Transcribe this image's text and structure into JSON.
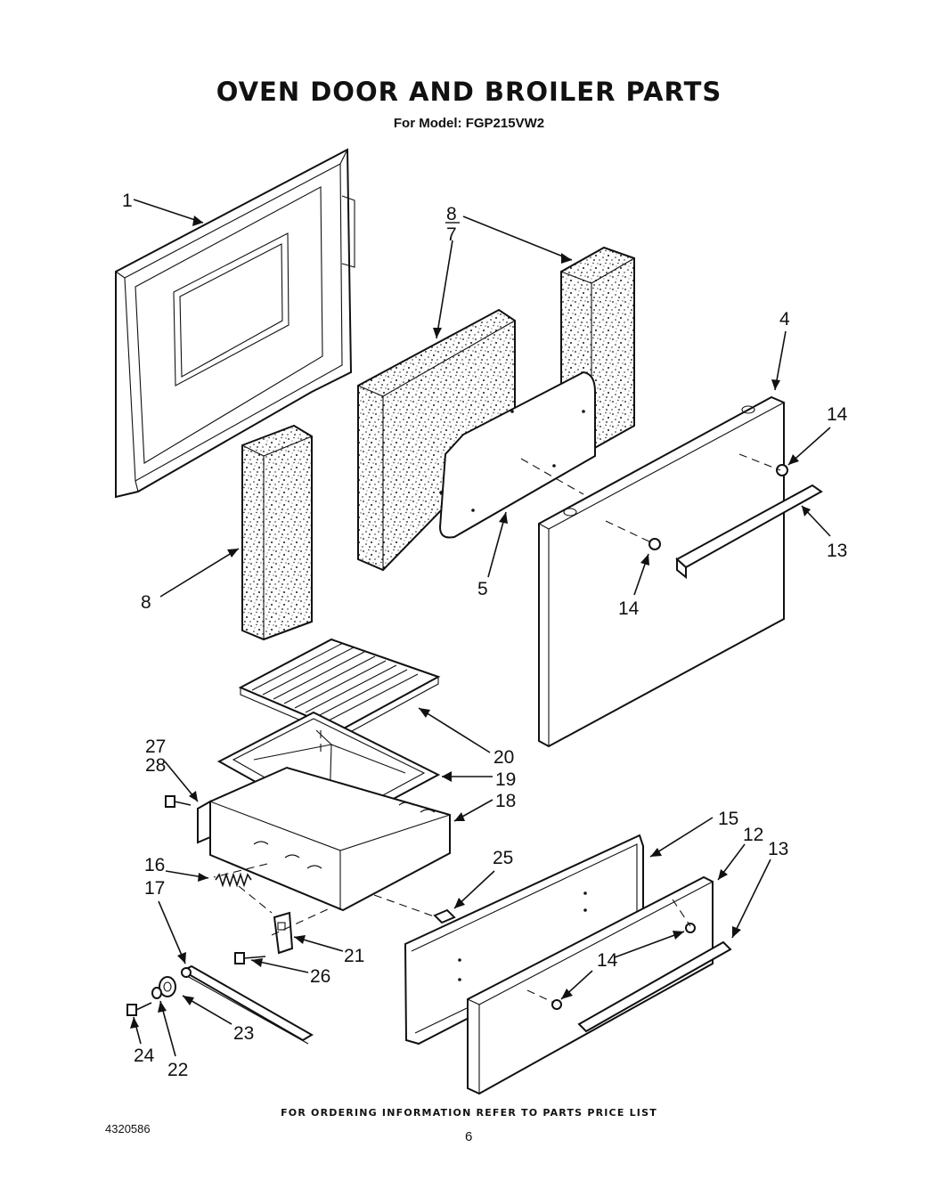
{
  "header": {
    "title": "OVEN DOOR AND BROILER PARTS",
    "subtitle": "For Model: FGP215VW2"
  },
  "callouts": {
    "c1": "1",
    "c8a": "8",
    "c7": "7",
    "c4": "4",
    "c14a": "14",
    "c13a": "13",
    "c5": "5",
    "c14b": "14",
    "c8b": "8",
    "c20": "20",
    "c27": "27",
    "c28": "28",
    "c19": "19",
    "c18": "18",
    "c16": "16",
    "c17": "17",
    "c25": "25",
    "c15": "15",
    "c12": "12",
    "c13b": "13",
    "c21": "21",
    "c26": "26",
    "c14c": "14",
    "c23": "23",
    "c24": "24",
    "c22": "22"
  },
  "footer": {
    "note": "FOR ORDERING INFORMATION REFER TO PARTS PRICE LIST",
    "doc_number": "4320586",
    "page_number": "6"
  }
}
